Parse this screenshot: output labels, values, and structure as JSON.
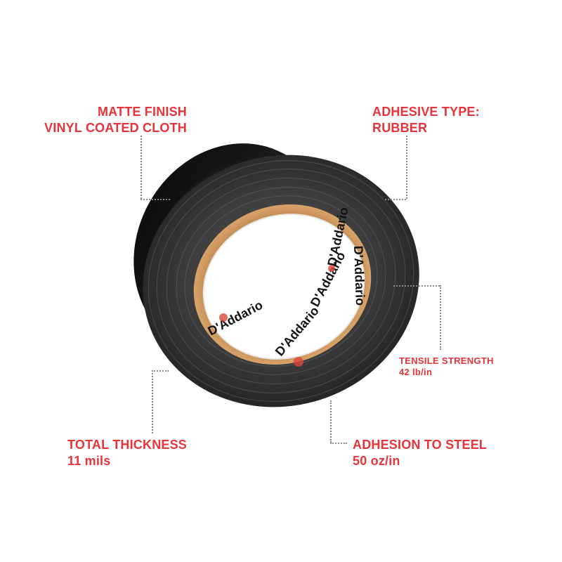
{
  "product": {
    "brand_text": "D'Addario",
    "colors": {
      "label_red": "#e8333a",
      "tape_black": "#1c1c1c",
      "core_cardboard": "#c9925a"
    }
  },
  "callouts": {
    "finish": {
      "line1": "MATTE FINISH",
      "line2": "VINYL COATED CLOTH"
    },
    "adhesive": {
      "line1": "ADHESIVE TYPE:",
      "line2": "RUBBER"
    },
    "tensile": {
      "line1": "TENSILE STRENGTH",
      "line2": "42 lb/in"
    },
    "thickness": {
      "line1": "TOTAL THICKNESS",
      "line2": "11 mils"
    },
    "adhesion": {
      "line1": "ADHESION TO STEEL",
      "line2": "50 oz/in"
    }
  }
}
